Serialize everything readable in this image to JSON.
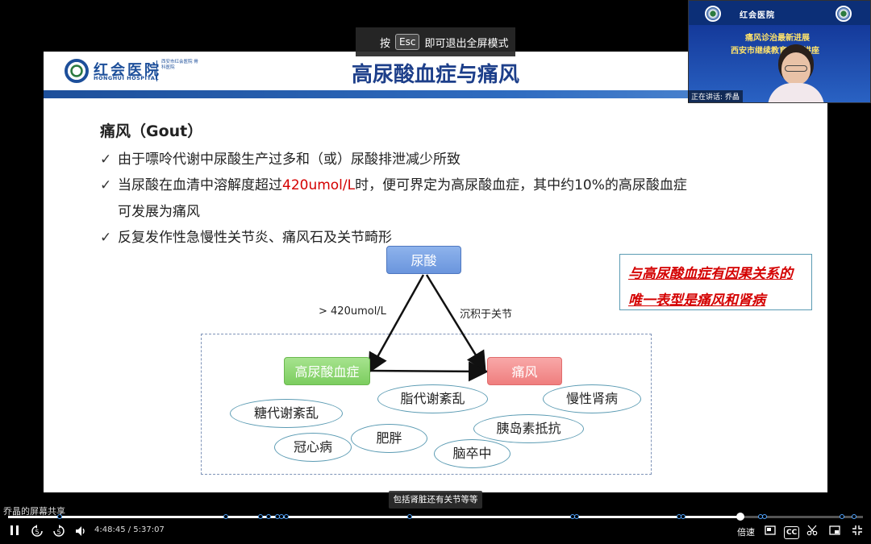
{
  "slide": {
    "logo_cn": "红会医院",
    "logo_en": "HONGHUI HOSPITAL",
    "logo_sub": "西安市红会医院 骨科医院",
    "title": "高尿酸血症与痛风",
    "section_title": "痛风（Gout）",
    "bullets": {
      "b1": "由于嘌呤代谢中尿酸生产过多和（或）尿酸排泄减少所致",
      "b2_pre": "当尿酸在血清中溶解度超过",
      "b2_red": "420umol/L",
      "b2_post": "时，便可界定为高尿酸血症，其中约10%的高尿酸血症",
      "b2_cont": "可发展为痛风",
      "b3": "反复发作性急慢性关节炎、痛风石及关节畸形"
    },
    "check_glyph": "✓",
    "diagram": {
      "top_node": "尿酸",
      "left_node": "高尿酸血症",
      "right_node": "痛风",
      "left_edge_label": "> 420umol/L",
      "right_edge_label": "沉积于关节",
      "ellipses": [
        "脂代谢紊乱",
        "慢性肾病",
        "糖代谢紊乱",
        "肥胖",
        "胰岛素抵抗",
        "冠心病",
        "脑卒中"
      ]
    },
    "callout": {
      "line1": "与高尿酸血症有因果关系的",
      "line2": "唯一表型是痛风和肾病"
    }
  },
  "toast": {
    "pre": "按",
    "key": "Esc",
    "post": "即可退出全屏模式"
  },
  "webcam": {
    "brand": "红会医院",
    "line1": "痛风诊治最新进展",
    "line2": "西安市继续教育学术讲座",
    "speaking_label": "正在讲话: 乔晶"
  },
  "caption": "包括肾脏还有关节等等",
  "share_label": "乔晶的屏幕共享",
  "player": {
    "time_current": "4:48:45",
    "time_total": "5:37:07",
    "time_separator": " / ",
    "progress": 0.857,
    "rewind_label": "5",
    "forward_label": "5",
    "speed_label": "倍速",
    "cc_label": "CC",
    "markers": [
      0.06,
      0.255,
      0.295,
      0.305,
      0.315,
      0.32,
      0.325,
      0.47,
      0.66,
      0.665,
      0.785,
      0.79,
      0.88,
      0.885,
      0.975,
      0.99
    ]
  }
}
